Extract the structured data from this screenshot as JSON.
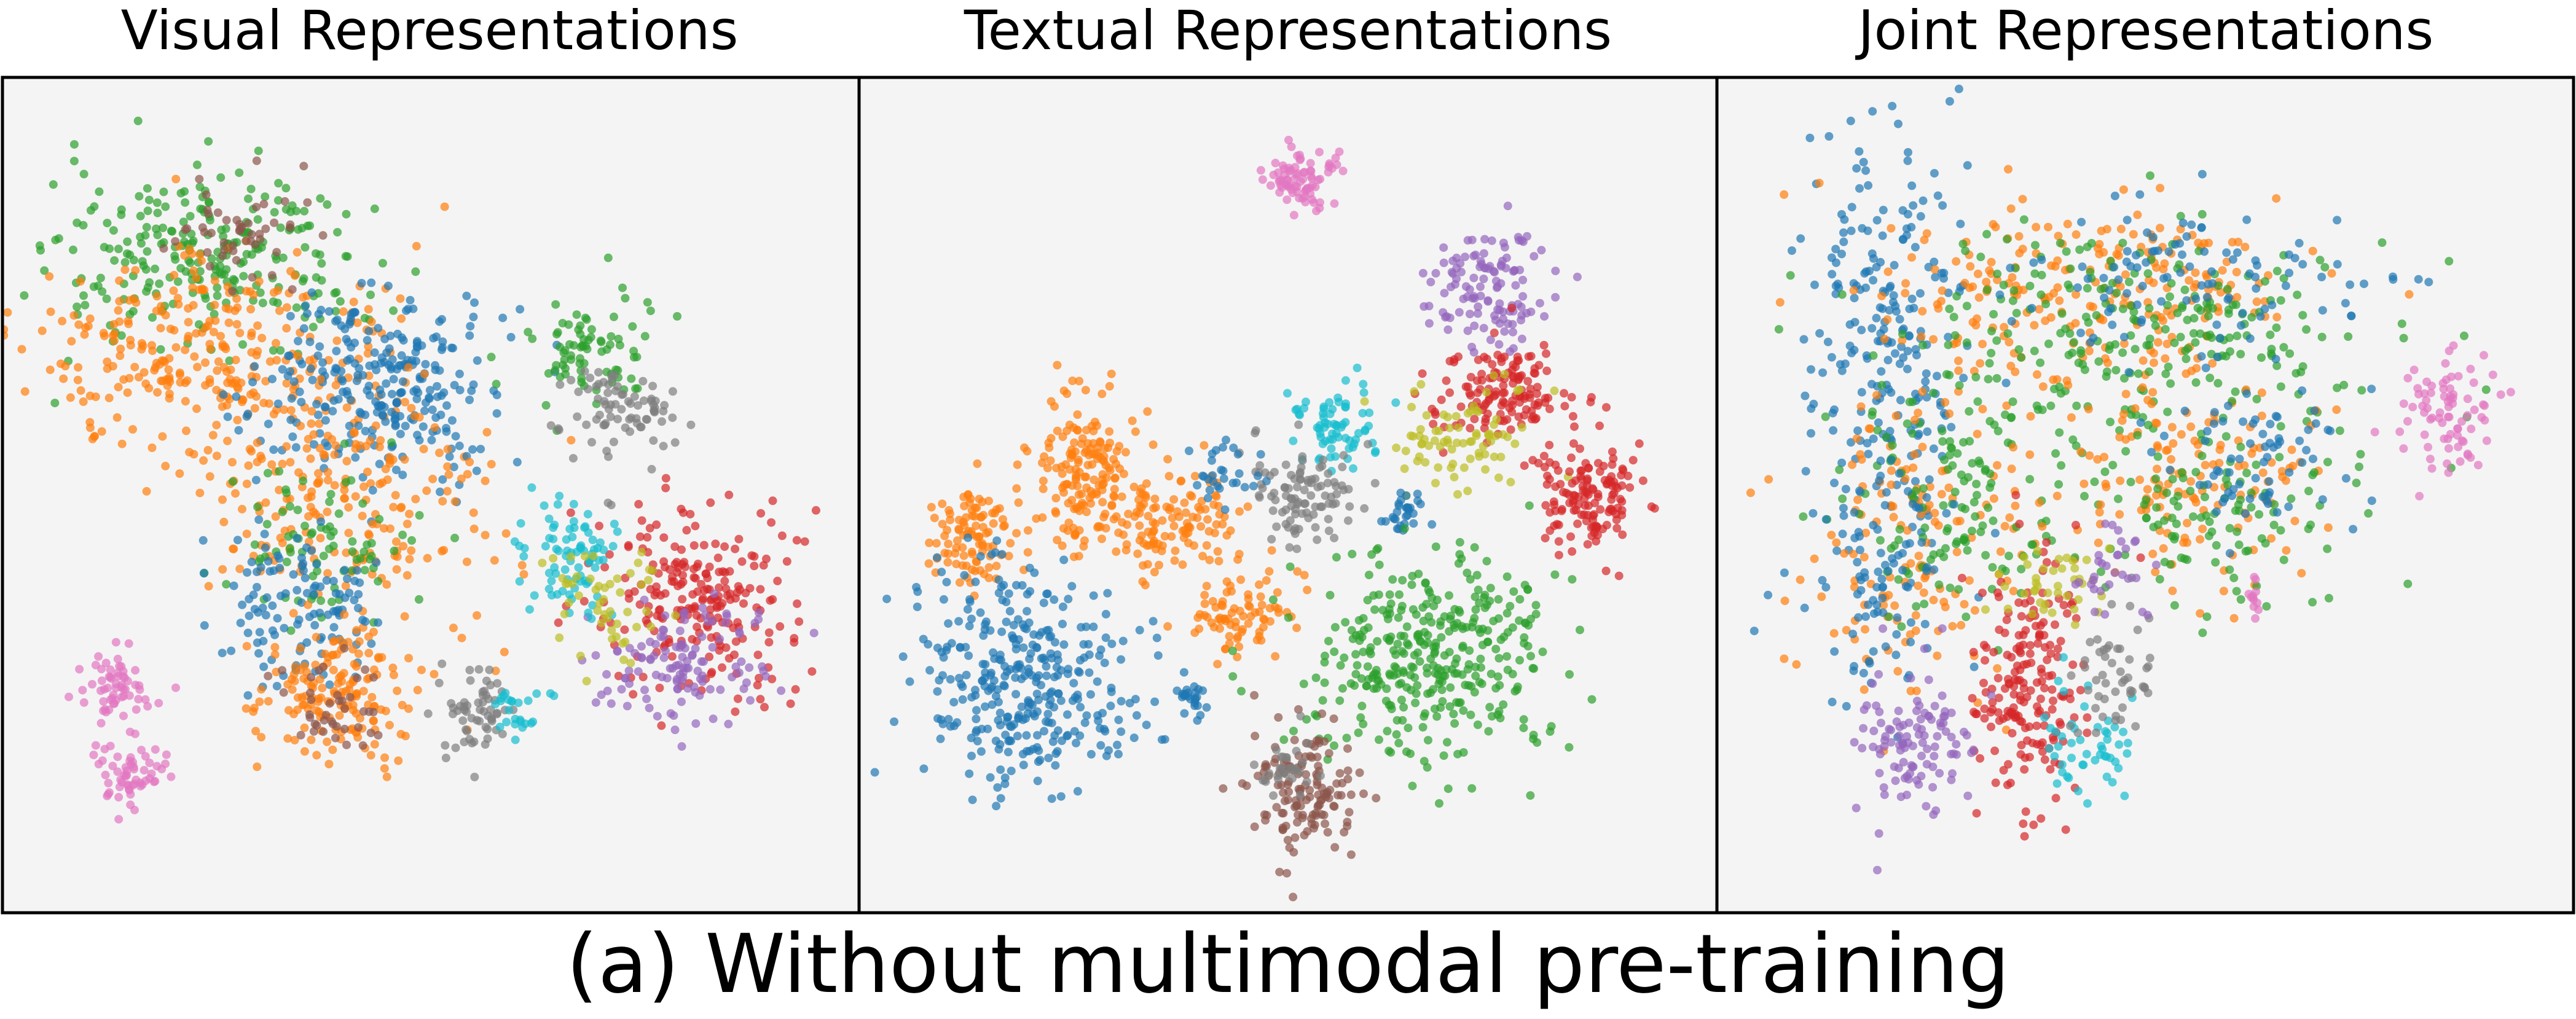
{
  "caption": "(a) Without multimodal pre-training",
  "colors": {
    "blue": "#1f77b4",
    "orange": "#ff7f0e",
    "green": "#2ca02c",
    "red": "#d62728",
    "purple": "#9467bd",
    "brown": "#8c564b",
    "pink": "#e377c2",
    "gray": "#7f7f7f",
    "olive": "#bcbd22",
    "cyan": "#17becf",
    "panel_bg": "#f4f4f4"
  },
  "chart_data": [
    {
      "type": "scatter",
      "title": "Visual Representations",
      "xlabel": "",
      "ylabel": "",
      "xlim": [
        0,
        1
      ],
      "ylim": [
        0,
        1
      ],
      "axis_ticks": false,
      "clusters": [
        {
          "color": "green",
          "cx": 0.22,
          "cy": 0.8,
          "sx": 0.1,
          "sy": 0.06,
          "n": 260
        },
        {
          "color": "orange",
          "cx": 0.22,
          "cy": 0.68,
          "sx": 0.12,
          "sy": 0.07,
          "n": 320
        },
        {
          "color": "brown",
          "cx": 0.25,
          "cy": 0.84,
          "sx": 0.04,
          "sy": 0.03,
          "n": 50
        },
        {
          "color": "blue",
          "cx": 0.44,
          "cy": 0.64,
          "sx": 0.07,
          "sy": 0.06,
          "n": 280
        },
        {
          "color": "orange",
          "cx": 0.4,
          "cy": 0.5,
          "sx": 0.09,
          "sy": 0.08,
          "n": 200
        },
        {
          "color": "green",
          "cx": 0.36,
          "cy": 0.44,
          "sx": 0.06,
          "sy": 0.06,
          "n": 80
        },
        {
          "color": "blue",
          "cx": 0.33,
          "cy": 0.36,
          "sx": 0.05,
          "sy": 0.05,
          "n": 120
        },
        {
          "color": "orange",
          "cx": 0.38,
          "cy": 0.24,
          "sx": 0.05,
          "sy": 0.05,
          "n": 160
        },
        {
          "color": "brown",
          "cx": 0.38,
          "cy": 0.22,
          "sx": 0.04,
          "sy": 0.04,
          "n": 40
        },
        {
          "color": "green",
          "cx": 0.7,
          "cy": 0.69,
          "sx": 0.04,
          "sy": 0.04,
          "n": 80
        },
        {
          "color": "gray",
          "cx": 0.74,
          "cy": 0.61,
          "sx": 0.04,
          "sy": 0.03,
          "n": 80
        },
        {
          "color": "red",
          "cx": 0.84,
          "cy": 0.37,
          "sx": 0.06,
          "sy": 0.06,
          "n": 230
        },
        {
          "color": "purple",
          "cx": 0.82,
          "cy": 0.28,
          "sx": 0.05,
          "sy": 0.04,
          "n": 120
        },
        {
          "color": "cyan",
          "cx": 0.68,
          "cy": 0.42,
          "sx": 0.03,
          "sy": 0.04,
          "n": 80
        },
        {
          "color": "olive",
          "cx": 0.73,
          "cy": 0.36,
          "sx": 0.04,
          "sy": 0.04,
          "n": 50
        },
        {
          "color": "gray",
          "cx": 0.56,
          "cy": 0.21,
          "sx": 0.025,
          "sy": 0.03,
          "n": 60
        },
        {
          "color": "cyan",
          "cx": 0.61,
          "cy": 0.22,
          "sx": 0.02,
          "sy": 0.02,
          "n": 25
        },
        {
          "color": "pink",
          "cx": 0.1,
          "cy": 0.25,
          "sx": 0.025,
          "sy": 0.02,
          "n": 60
        },
        {
          "color": "pink",
          "cx": 0.12,
          "cy": 0.14,
          "sx": 0.025,
          "sy": 0.02,
          "n": 60
        }
      ]
    },
    {
      "type": "scatter",
      "title": "Textual Representations",
      "xlabel": "",
      "ylabel": "",
      "xlim": [
        0,
        1
      ],
      "ylim": [
        0,
        1
      ],
      "axis_ticks": false,
      "clusters": [
        {
          "color": "pink",
          "cx": 0.52,
          "cy": 0.91,
          "sx": 0.025,
          "sy": 0.02,
          "n": 80
        },
        {
          "color": "purple",
          "cx": 0.75,
          "cy": 0.77,
          "sx": 0.04,
          "sy": 0.04,
          "n": 120
        },
        {
          "color": "red",
          "cx": 0.77,
          "cy": 0.63,
          "sx": 0.045,
          "sy": 0.03,
          "n": 140
        },
        {
          "color": "olive",
          "cx": 0.72,
          "cy": 0.58,
          "sx": 0.04,
          "sy": 0.03,
          "n": 80
        },
        {
          "color": "red",
          "cx": 0.88,
          "cy": 0.5,
          "sx": 0.03,
          "sy": 0.04,
          "n": 140
        },
        {
          "color": "orange",
          "cx": 0.24,
          "cy": 0.53,
          "sx": 0.035,
          "sy": 0.05,
          "n": 160
        },
        {
          "color": "orange",
          "cx": 0.1,
          "cy": 0.44,
          "sx": 0.025,
          "sy": 0.035,
          "n": 100
        },
        {
          "color": "orange",
          "cx": 0.35,
          "cy": 0.46,
          "sx": 0.05,
          "sy": 0.035,
          "n": 130
        },
        {
          "color": "cyan",
          "cx": 0.57,
          "cy": 0.59,
          "sx": 0.03,
          "sy": 0.03,
          "n": 70
        },
        {
          "color": "gray",
          "cx": 0.52,
          "cy": 0.51,
          "sx": 0.035,
          "sy": 0.035,
          "n": 100
        },
        {
          "color": "blue",
          "cx": 0.64,
          "cy": 0.48,
          "sx": 0.015,
          "sy": 0.015,
          "n": 30
        },
        {
          "color": "blue",
          "cx": 0.42,
          "cy": 0.53,
          "sx": 0.025,
          "sy": 0.02,
          "n": 30
        },
        {
          "color": "orange",
          "cx": 0.44,
          "cy": 0.34,
          "sx": 0.03,
          "sy": 0.025,
          "n": 80
        },
        {
          "color": "blue",
          "cx": 0.17,
          "cy": 0.26,
          "sx": 0.07,
          "sy": 0.075,
          "n": 340
        },
        {
          "color": "blue",
          "cx": 0.38,
          "cy": 0.24,
          "sx": 0.01,
          "sy": 0.015,
          "n": 25
        },
        {
          "color": "green",
          "cx": 0.68,
          "cy": 0.29,
          "sx": 0.08,
          "sy": 0.07,
          "n": 360
        },
        {
          "color": "brown",
          "cx": 0.52,
          "cy": 0.12,
          "sx": 0.035,
          "sy": 0.04,
          "n": 140
        },
        {
          "color": "gray",
          "cx": 0.5,
          "cy": 0.14,
          "sx": 0.02,
          "sy": 0.02,
          "n": 30
        }
      ]
    },
    {
      "type": "scatter",
      "title": "Joint Representations",
      "xlabel": "",
      "ylabel": "",
      "xlim": [
        0,
        1
      ],
      "ylim": [
        0,
        1
      ],
      "axis_ticks": false,
      "clusters": [
        {
          "color": "blue",
          "cx": 0.17,
          "cy": 0.7,
          "sx": 0.05,
          "sy": 0.14,
          "n": 230
        },
        {
          "color": "orange",
          "cx": 0.42,
          "cy": 0.76,
          "sx": 0.14,
          "sy": 0.06,
          "n": 240
        },
        {
          "color": "green",
          "cx": 0.5,
          "cy": 0.72,
          "sx": 0.15,
          "sy": 0.07,
          "n": 250
        },
        {
          "color": "blue",
          "cx": 0.55,
          "cy": 0.78,
          "sx": 0.13,
          "sy": 0.06,
          "n": 110
        },
        {
          "color": "orange",
          "cx": 0.2,
          "cy": 0.44,
          "sx": 0.07,
          "sy": 0.1,
          "n": 150
        },
        {
          "color": "green",
          "cx": 0.25,
          "cy": 0.5,
          "sx": 0.07,
          "sy": 0.08,
          "n": 130
        },
        {
          "color": "blue",
          "cx": 0.17,
          "cy": 0.4,
          "sx": 0.05,
          "sy": 0.08,
          "n": 90
        },
        {
          "color": "orange",
          "cx": 0.55,
          "cy": 0.52,
          "sx": 0.1,
          "sy": 0.07,
          "n": 150
        },
        {
          "color": "green",
          "cx": 0.58,
          "cy": 0.48,
          "sx": 0.1,
          "sy": 0.07,
          "n": 130
        },
        {
          "color": "blue",
          "cx": 0.64,
          "cy": 0.55,
          "sx": 0.06,
          "sy": 0.05,
          "n": 70
        },
        {
          "color": "red",
          "cx": 0.34,
          "cy": 0.25,
          "sx": 0.04,
          "sy": 0.08,
          "n": 190
        },
        {
          "color": "purple",
          "cx": 0.2,
          "cy": 0.18,
          "sx": 0.035,
          "sy": 0.05,
          "n": 110
        },
        {
          "color": "cyan",
          "cx": 0.43,
          "cy": 0.17,
          "sx": 0.03,
          "sy": 0.04,
          "n": 50
        },
        {
          "color": "gray",
          "cx": 0.46,
          "cy": 0.27,
          "sx": 0.03,
          "sy": 0.04,
          "n": 50
        },
        {
          "color": "olive",
          "cx": 0.38,
          "cy": 0.38,
          "sx": 0.03,
          "sy": 0.03,
          "n": 40
        },
        {
          "color": "purple",
          "cx": 0.45,
          "cy": 0.4,
          "sx": 0.025,
          "sy": 0.025,
          "n": 30
        },
        {
          "color": "pink",
          "cx": 0.88,
          "cy": 0.61,
          "sx": 0.03,
          "sy": 0.04,
          "n": 80
        },
        {
          "color": "pink",
          "cx": 0.64,
          "cy": 0.37,
          "sx": 0.006,
          "sy": 0.02,
          "n": 12
        }
      ]
    }
  ]
}
